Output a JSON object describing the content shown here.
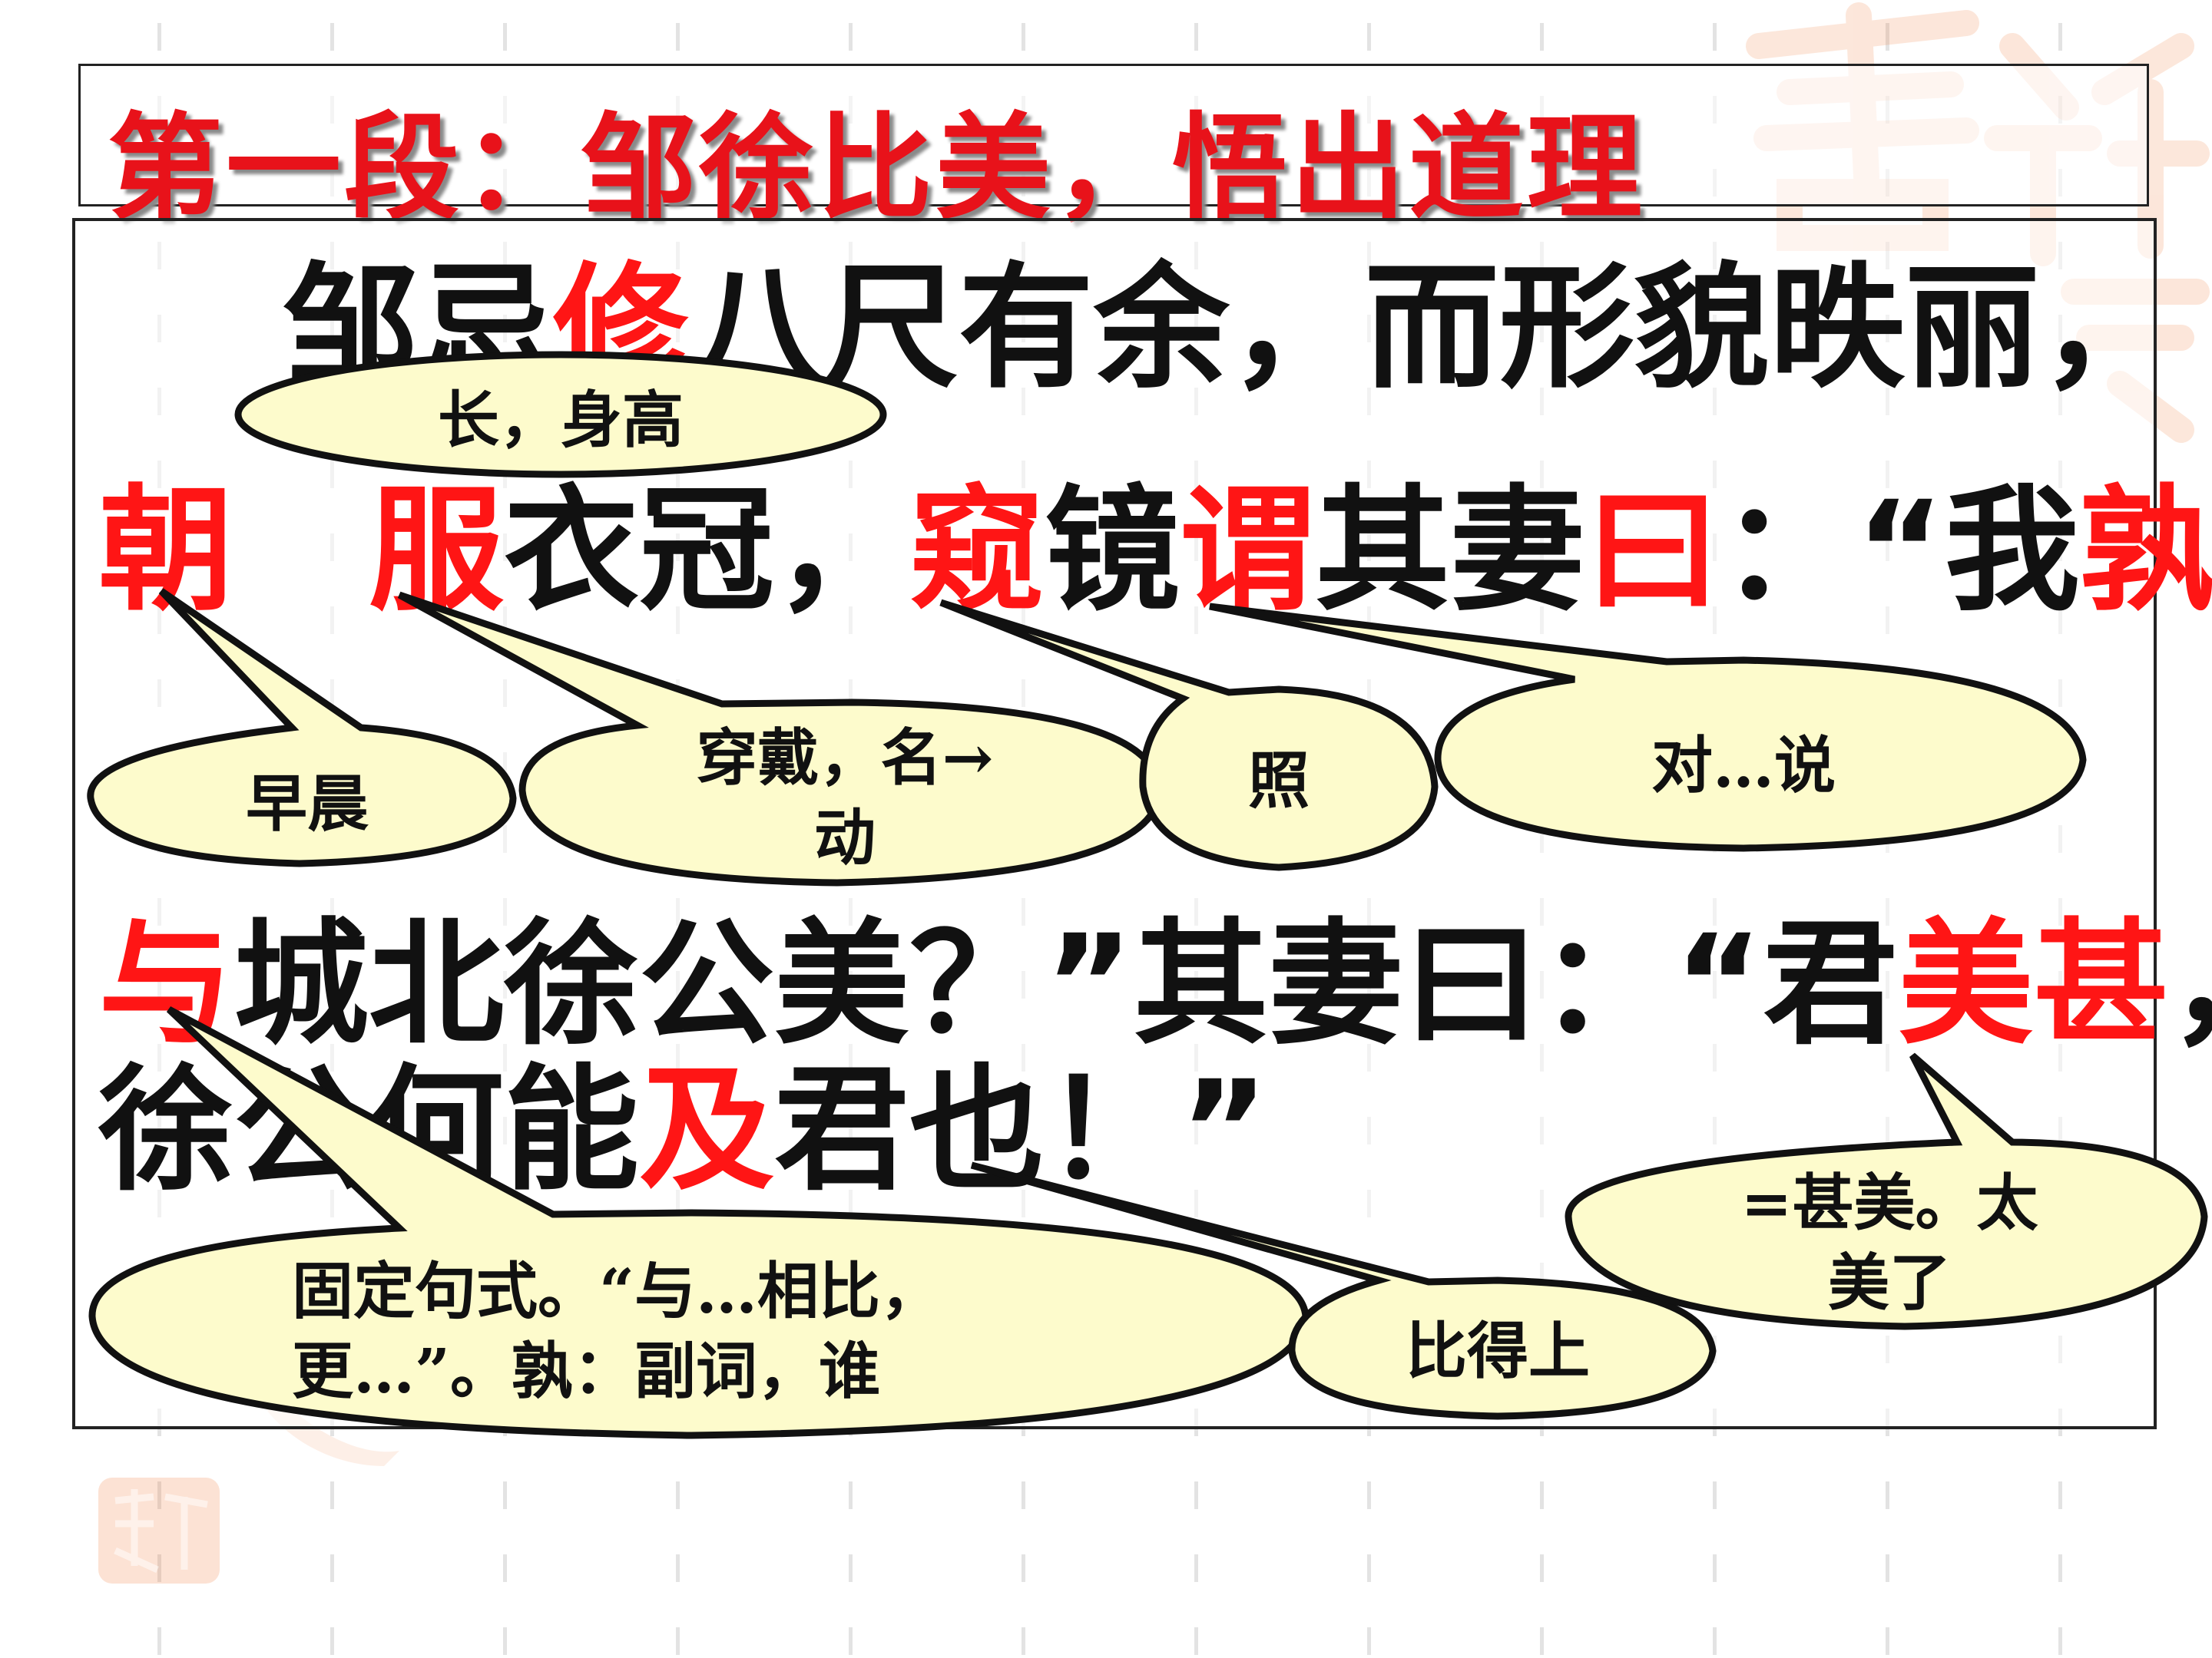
{
  "title": "第一段：邹徐比美，悟出道理",
  "passage": {
    "line1": [
      {
        "text": "邹忌",
        "hl": false
      },
      {
        "text": "修",
        "hl": true
      },
      {
        "text": "八尺有余，而形貌昳丽，",
        "hl": false
      }
    ],
    "line2": [
      {
        "text": "朝",
        "hl": true
      },
      {
        "text": "　",
        "hl": false
      },
      {
        "text": "服",
        "hl": true
      },
      {
        "text": "衣冠，",
        "hl": false
      },
      {
        "text": "窥",
        "hl": true
      },
      {
        "text": "镜",
        "hl": false
      },
      {
        "text": "谓",
        "hl": true
      },
      {
        "text": "其妻",
        "hl": false
      },
      {
        "text": "曰",
        "hl": true
      },
      {
        "text": "：“我",
        "hl": false
      },
      {
        "text": "孰",
        "hl": true
      }
    ],
    "line3": [
      {
        "text": "与",
        "hl": true
      },
      {
        "text": "城北徐公美？”其妻曰：“君",
        "hl": false
      },
      {
        "text": "美甚",
        "hl": true
      },
      {
        "text": "，",
        "hl": false
      }
    ],
    "line4": [
      {
        "text": "徐公何能",
        "hl": false
      },
      {
        "text": "及",
        "hl": true
      },
      {
        "text": "君也！”",
        "hl": false
      }
    ]
  },
  "notes": {
    "xiu": "长，身高",
    "zhao": "早晨",
    "fu_l1": "穿戴，名→",
    "fu_l2": "动",
    "kui": "照",
    "wei": "对…说",
    "yu_l1": "固定句式。“与…相比，",
    "yu_l2": "更…”。孰：副词，谁",
    "ji": "比得上",
    "meishen_l1": "=甚美。太",
    "meishen_l2": "美了"
  },
  "colors": {
    "highlight": "#ff1515",
    "callout_fill": "#fdfbcc",
    "title": "#e8121a"
  }
}
